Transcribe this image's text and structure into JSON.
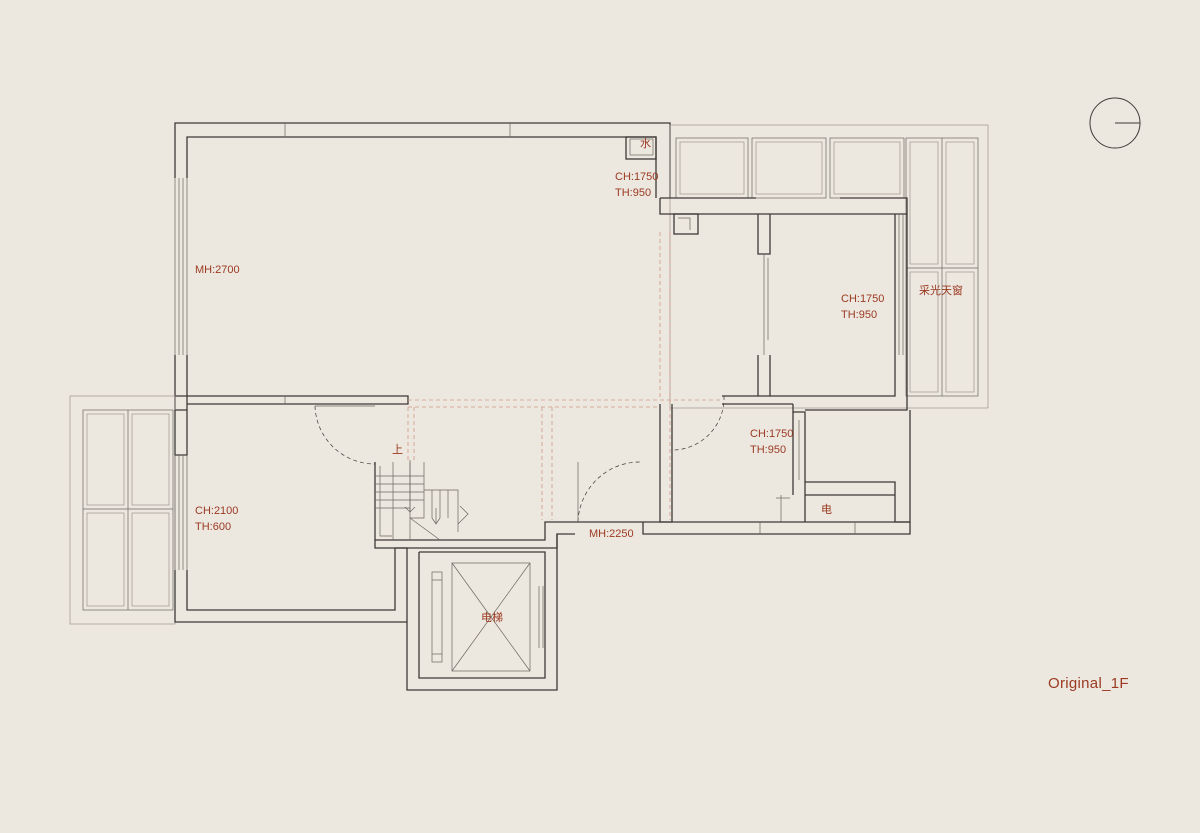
{
  "plan_title": "Original_1F",
  "labels": {
    "water": "水",
    "ch_top": "CH:1750",
    "th_top": "TH:950",
    "mh_left": "MH:2700",
    "ch_right": "CH:1750",
    "th_right": "TH:950",
    "skylight": "采光天窗",
    "up": "上",
    "ch_mid": "CH:1750",
    "th_mid": "TH:950",
    "ch_bottom_left": "CH:2100",
    "th_bottom_left": "TH:600",
    "mh_bottom": "MH:2250",
    "electric": "电",
    "elevator": "电梯"
  },
  "colors": {
    "paper": "#ece7df",
    "wall": "#3e3a37",
    "annotation": "#9b3a22",
    "reference_line": "#d49a86"
  }
}
